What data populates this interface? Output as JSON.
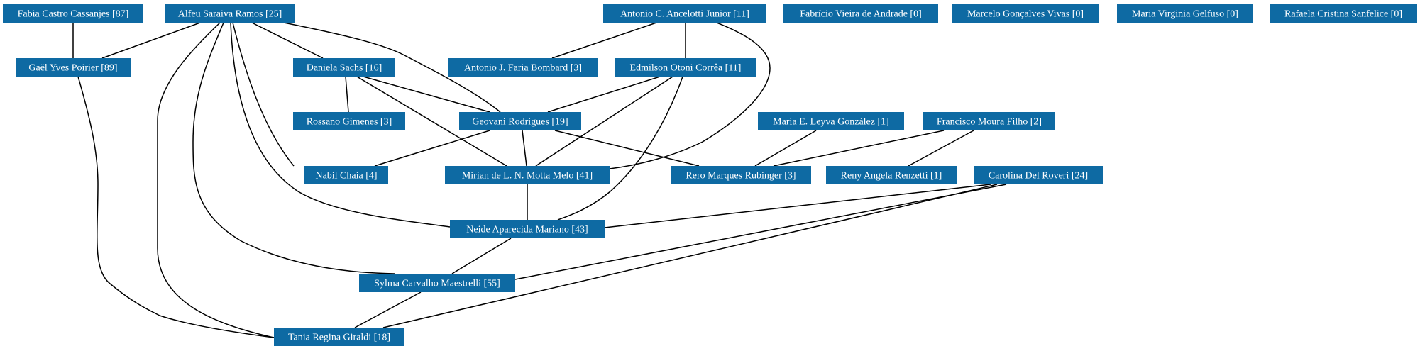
{
  "style": {
    "node_fill": "#0e6aa3",
    "node_text": "#ffffff",
    "edge_color": "#000000",
    "background": "#ffffff"
  },
  "nodes": [
    {
      "id": "fabia",
      "label": "Fabia Castro Cassanjes [87]"
    },
    {
      "id": "alfeu",
      "label": "Alfeu Saraiva Ramos [25]"
    },
    {
      "id": "ancelotti",
      "label": "Antonio C. Ancelotti Junior [11]"
    },
    {
      "id": "fabricio",
      "label": "Fabrício Vieira de Andrade [0]"
    },
    {
      "id": "marcelo",
      "label": "Marcelo Gonçalves Vivas [0]"
    },
    {
      "id": "mariavirginia",
      "label": "Maria Virginia Gelfuso [0]"
    },
    {
      "id": "rafaela",
      "label": "Rafaela Cristina Sanfelice [0]"
    },
    {
      "id": "gael",
      "label": "Gaël Yves Poirier [89]"
    },
    {
      "id": "daniela",
      "label": "Daniela Sachs [16]"
    },
    {
      "id": "bombard",
      "label": "Antonio J. Faria Bombard [3]"
    },
    {
      "id": "edmilson",
      "label": "Edmilson Otoni Corrêa [11]"
    },
    {
      "id": "rossano",
      "label": "Rossano Gimenes [3]"
    },
    {
      "id": "geovani",
      "label": "Geovani Rodrigues [19]"
    },
    {
      "id": "mariae",
      "label": "María E. Leyva González [1]"
    },
    {
      "id": "francisco",
      "label": "Francisco Moura Filho [2]"
    },
    {
      "id": "nabil",
      "label": "Nabil Chaia [4]"
    },
    {
      "id": "mirian",
      "label": "Mirian de L. N. Motta Melo [41]"
    },
    {
      "id": "rero",
      "label": "Rero Marques Rubinger [3]"
    },
    {
      "id": "reny",
      "label": "Reny Angela Renzetti [1]"
    },
    {
      "id": "carolina",
      "label": "Carolina Del Roveri [24]"
    },
    {
      "id": "neide",
      "label": "Neide Aparecida Mariano [43]"
    },
    {
      "id": "sylma",
      "label": "Sylma Carvalho Maestrelli [55]"
    },
    {
      "id": "tania",
      "label": "Tania Regina Giraldi [18]"
    }
  ],
  "edges": [
    {
      "from": "fabia",
      "to": "gael"
    },
    {
      "from": "alfeu",
      "to": "gael"
    },
    {
      "from": "alfeu",
      "to": "daniela"
    },
    {
      "from": "alfeu",
      "to": "geovani"
    },
    {
      "from": "alfeu",
      "to": "nabil"
    },
    {
      "from": "alfeu",
      "to": "neide"
    },
    {
      "from": "alfeu",
      "to": "sylma"
    },
    {
      "from": "alfeu",
      "to": "tania"
    },
    {
      "from": "ancelotti",
      "to": "bombard"
    },
    {
      "from": "ancelotti",
      "to": "edmilson"
    },
    {
      "from": "ancelotti",
      "to": "mirian"
    },
    {
      "from": "gael",
      "to": "tania"
    },
    {
      "from": "daniela",
      "to": "rossano"
    },
    {
      "from": "daniela",
      "to": "geovani"
    },
    {
      "from": "daniela",
      "to": "mirian"
    },
    {
      "from": "edmilson",
      "to": "geovani"
    },
    {
      "from": "edmilson",
      "to": "mirian"
    },
    {
      "from": "edmilson",
      "to": "neide"
    },
    {
      "from": "geovani",
      "to": "nabil"
    },
    {
      "from": "geovani",
      "to": "mirian"
    },
    {
      "from": "geovani",
      "to": "rero"
    },
    {
      "from": "mariae",
      "to": "rero"
    },
    {
      "from": "francisco",
      "to": "rero"
    },
    {
      "from": "francisco",
      "to": "reny"
    },
    {
      "from": "mirian",
      "to": "neide"
    },
    {
      "from": "carolina",
      "to": "neide"
    },
    {
      "from": "carolina",
      "to": "sylma"
    },
    {
      "from": "carolina",
      "to": "tania"
    },
    {
      "from": "neide",
      "to": "sylma"
    },
    {
      "from": "sylma",
      "to": "tania"
    }
  ]
}
